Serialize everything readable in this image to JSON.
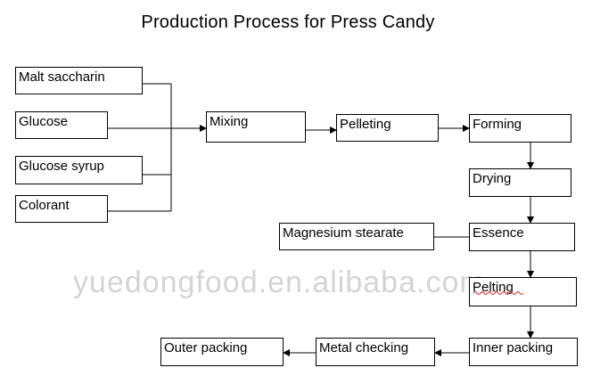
{
  "diagram": {
    "title": "Production Process for Press Candy",
    "watermark": "yuedongfood.en.alibaba.com",
    "nodes": {
      "malt_saccharin": "Malt saccharin",
      "glucose": "Glucose",
      "glucose_syrup": "Glucose syrup",
      "colorant": "Colorant",
      "mixing": "Mixing",
      "pelleting": "Pelleting",
      "forming": "Forming",
      "drying": "Drying",
      "magnesium_stearate": "Magnesium stearate",
      "essence": "Essence",
      "pelting": "Pelting",
      "inner_packing": "Inner packing",
      "metal_checking": "Metal checking",
      "outer_packing": "Outer packing"
    }
  }
}
